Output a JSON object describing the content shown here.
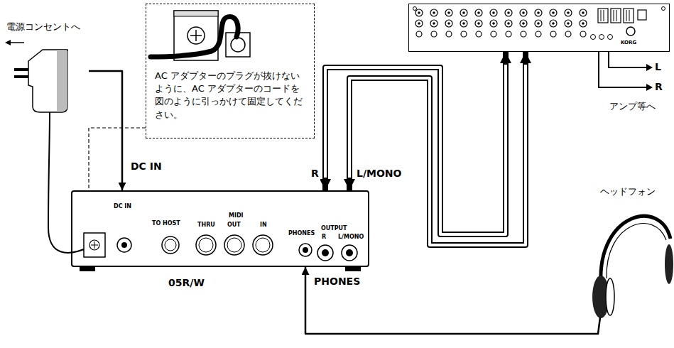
{
  "diagram": {
    "nodes": [
      {
        "text": [
          "電源コンセントへ"
        ]
      },
      {
        "text": [
          "AC アダプターのプラグが抜けないように、AC アダプターのコードを図のように引っかけて固定してください。"
        ]
      },
      {
        "text": [
          "DC IN",
          "TO HOST",
          "MIDI",
          "THRU",
          "OUT",
          "IN",
          "PHONES",
          "OUTPUT",
          "R",
          "L/MONO",
          "05R/W"
        ]
      },
      {
        "text": [
          "KORG"
        ]
      },
      {
        "text": [
          "ヘッドフォン"
        ]
      }
    ],
    "edges": [
      {
        "from": 0,
        "to": 2,
        "arrow": "to",
        "label": "DC IN"
      },
      {
        "from": 1,
        "to": 2,
        "arrow": "none"
      },
      {
        "from": 2,
        "to": 3,
        "arrow": "both",
        "label": "R"
      },
      {
        "from": 2,
        "to": 3,
        "arrow": "both",
        "label": "L/MONO"
      },
      {
        "from": 4,
        "to": 2,
        "arrow": "to",
        "label": "PHONES"
      }
    ],
    "labels": [
      "L",
      "R",
      "アンプ等へ"
    ]
  }
}
